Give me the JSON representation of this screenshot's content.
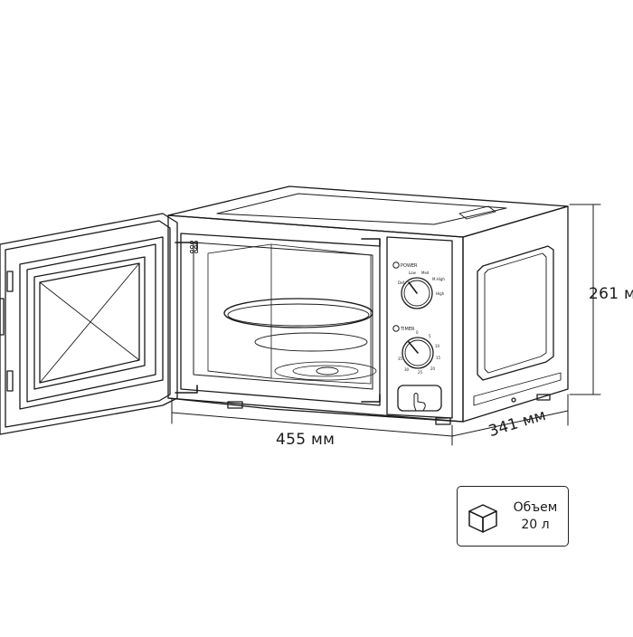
{
  "dimensions": {
    "width": "455 мм",
    "depth": "341 мм",
    "height": "261 мм"
  },
  "panel": {
    "power_label": "POWER",
    "timer_label": "TIMER",
    "power_scale": [
      "Def",
      "Low",
      "Med",
      "M.High",
      "High"
    ],
    "timer_scale": [
      "0",
      "5",
      "10",
      "15",
      "20",
      "25",
      "30",
      "35"
    ]
  },
  "volume": {
    "label": "Объем",
    "value": "20 л",
    "icon": "cube-icon"
  },
  "colors": {
    "line": "#1a1a1a",
    "background": "#ffffff"
  }
}
